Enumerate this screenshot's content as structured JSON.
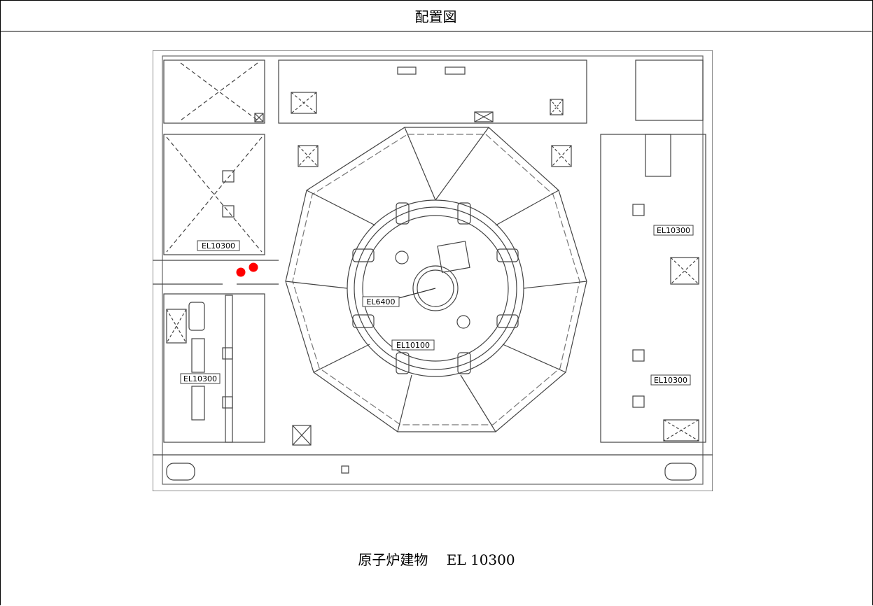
{
  "title": "配置図",
  "caption": "原子炉建物　 EL 10300",
  "plan": {
    "elevation_labels": {
      "upper_left": "EL10300",
      "lower_left": "EL10300",
      "right_upper": "EL10300",
      "right_lower": "EL10300",
      "center_inner": "EL6400",
      "center_ring": "EL10100"
    },
    "marker_color": "#ff0000",
    "marker_count": 2
  }
}
